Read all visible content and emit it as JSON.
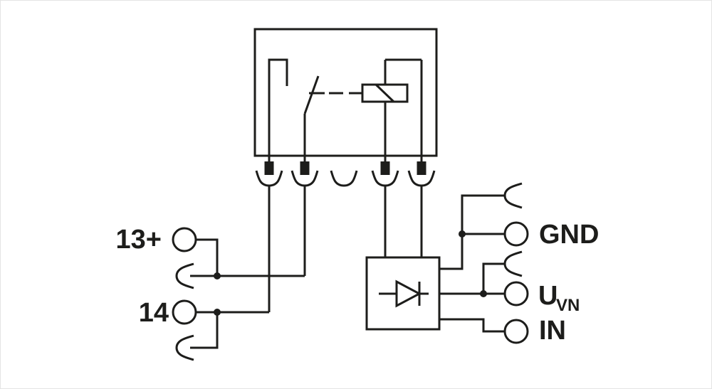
{
  "diagram": {
    "kind": "relay-module-circuit-schematic",
    "colors": {
      "ink": "#1d1d1b",
      "background": "#ffffff"
    },
    "relay": {
      "contact": "normally-open-switch",
      "coil": "relay-coil",
      "plug_contacts": 5,
      "plug_contacts_with_pin": 4
    },
    "rectifier": {
      "symbol": "diode-pointing-right"
    },
    "terminals": {
      "left": [
        {
          "id": "terminal-13plus",
          "label": "13+"
        },
        {
          "id": "terminal-14",
          "label": "14"
        }
      ],
      "right": [
        {
          "id": "terminal-gnd",
          "label": "GND"
        },
        {
          "id": "terminal-uvn",
          "label": "U",
          "label_sub": "VN"
        },
        {
          "id": "terminal-in",
          "label": "IN"
        }
      ]
    }
  }
}
